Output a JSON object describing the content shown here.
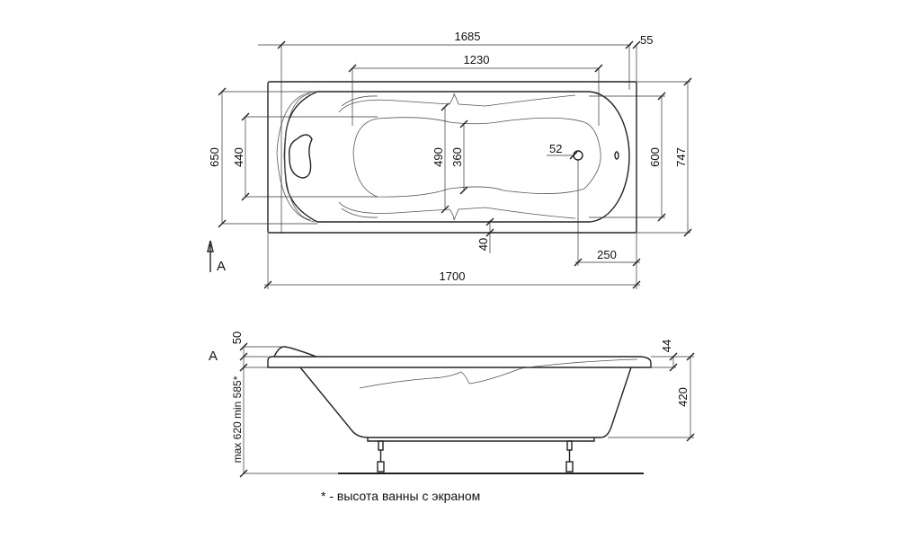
{
  "top_view": {
    "dims": {
      "overall_length": "1685",
      "rim_offset": "55",
      "bottom_length": "1230",
      "inner_width": "650",
      "bottom_width_narrow": "440",
      "waist_outer": "490",
      "waist_inner": "360",
      "drain_diameter": "52",
      "inner_width_foot": "600",
      "overall_width": "747",
      "rim_width": "40",
      "drain_offset": "250",
      "outer_length": "1700"
    },
    "view_marker": "A"
  },
  "side_view": {
    "view_label": "A",
    "dims": {
      "headrest_height": "50",
      "rim_thickness": "44",
      "depth": "420",
      "total_height": "max 620 min 585*"
    }
  },
  "footnote": "* - высота ванны с экраном"
}
